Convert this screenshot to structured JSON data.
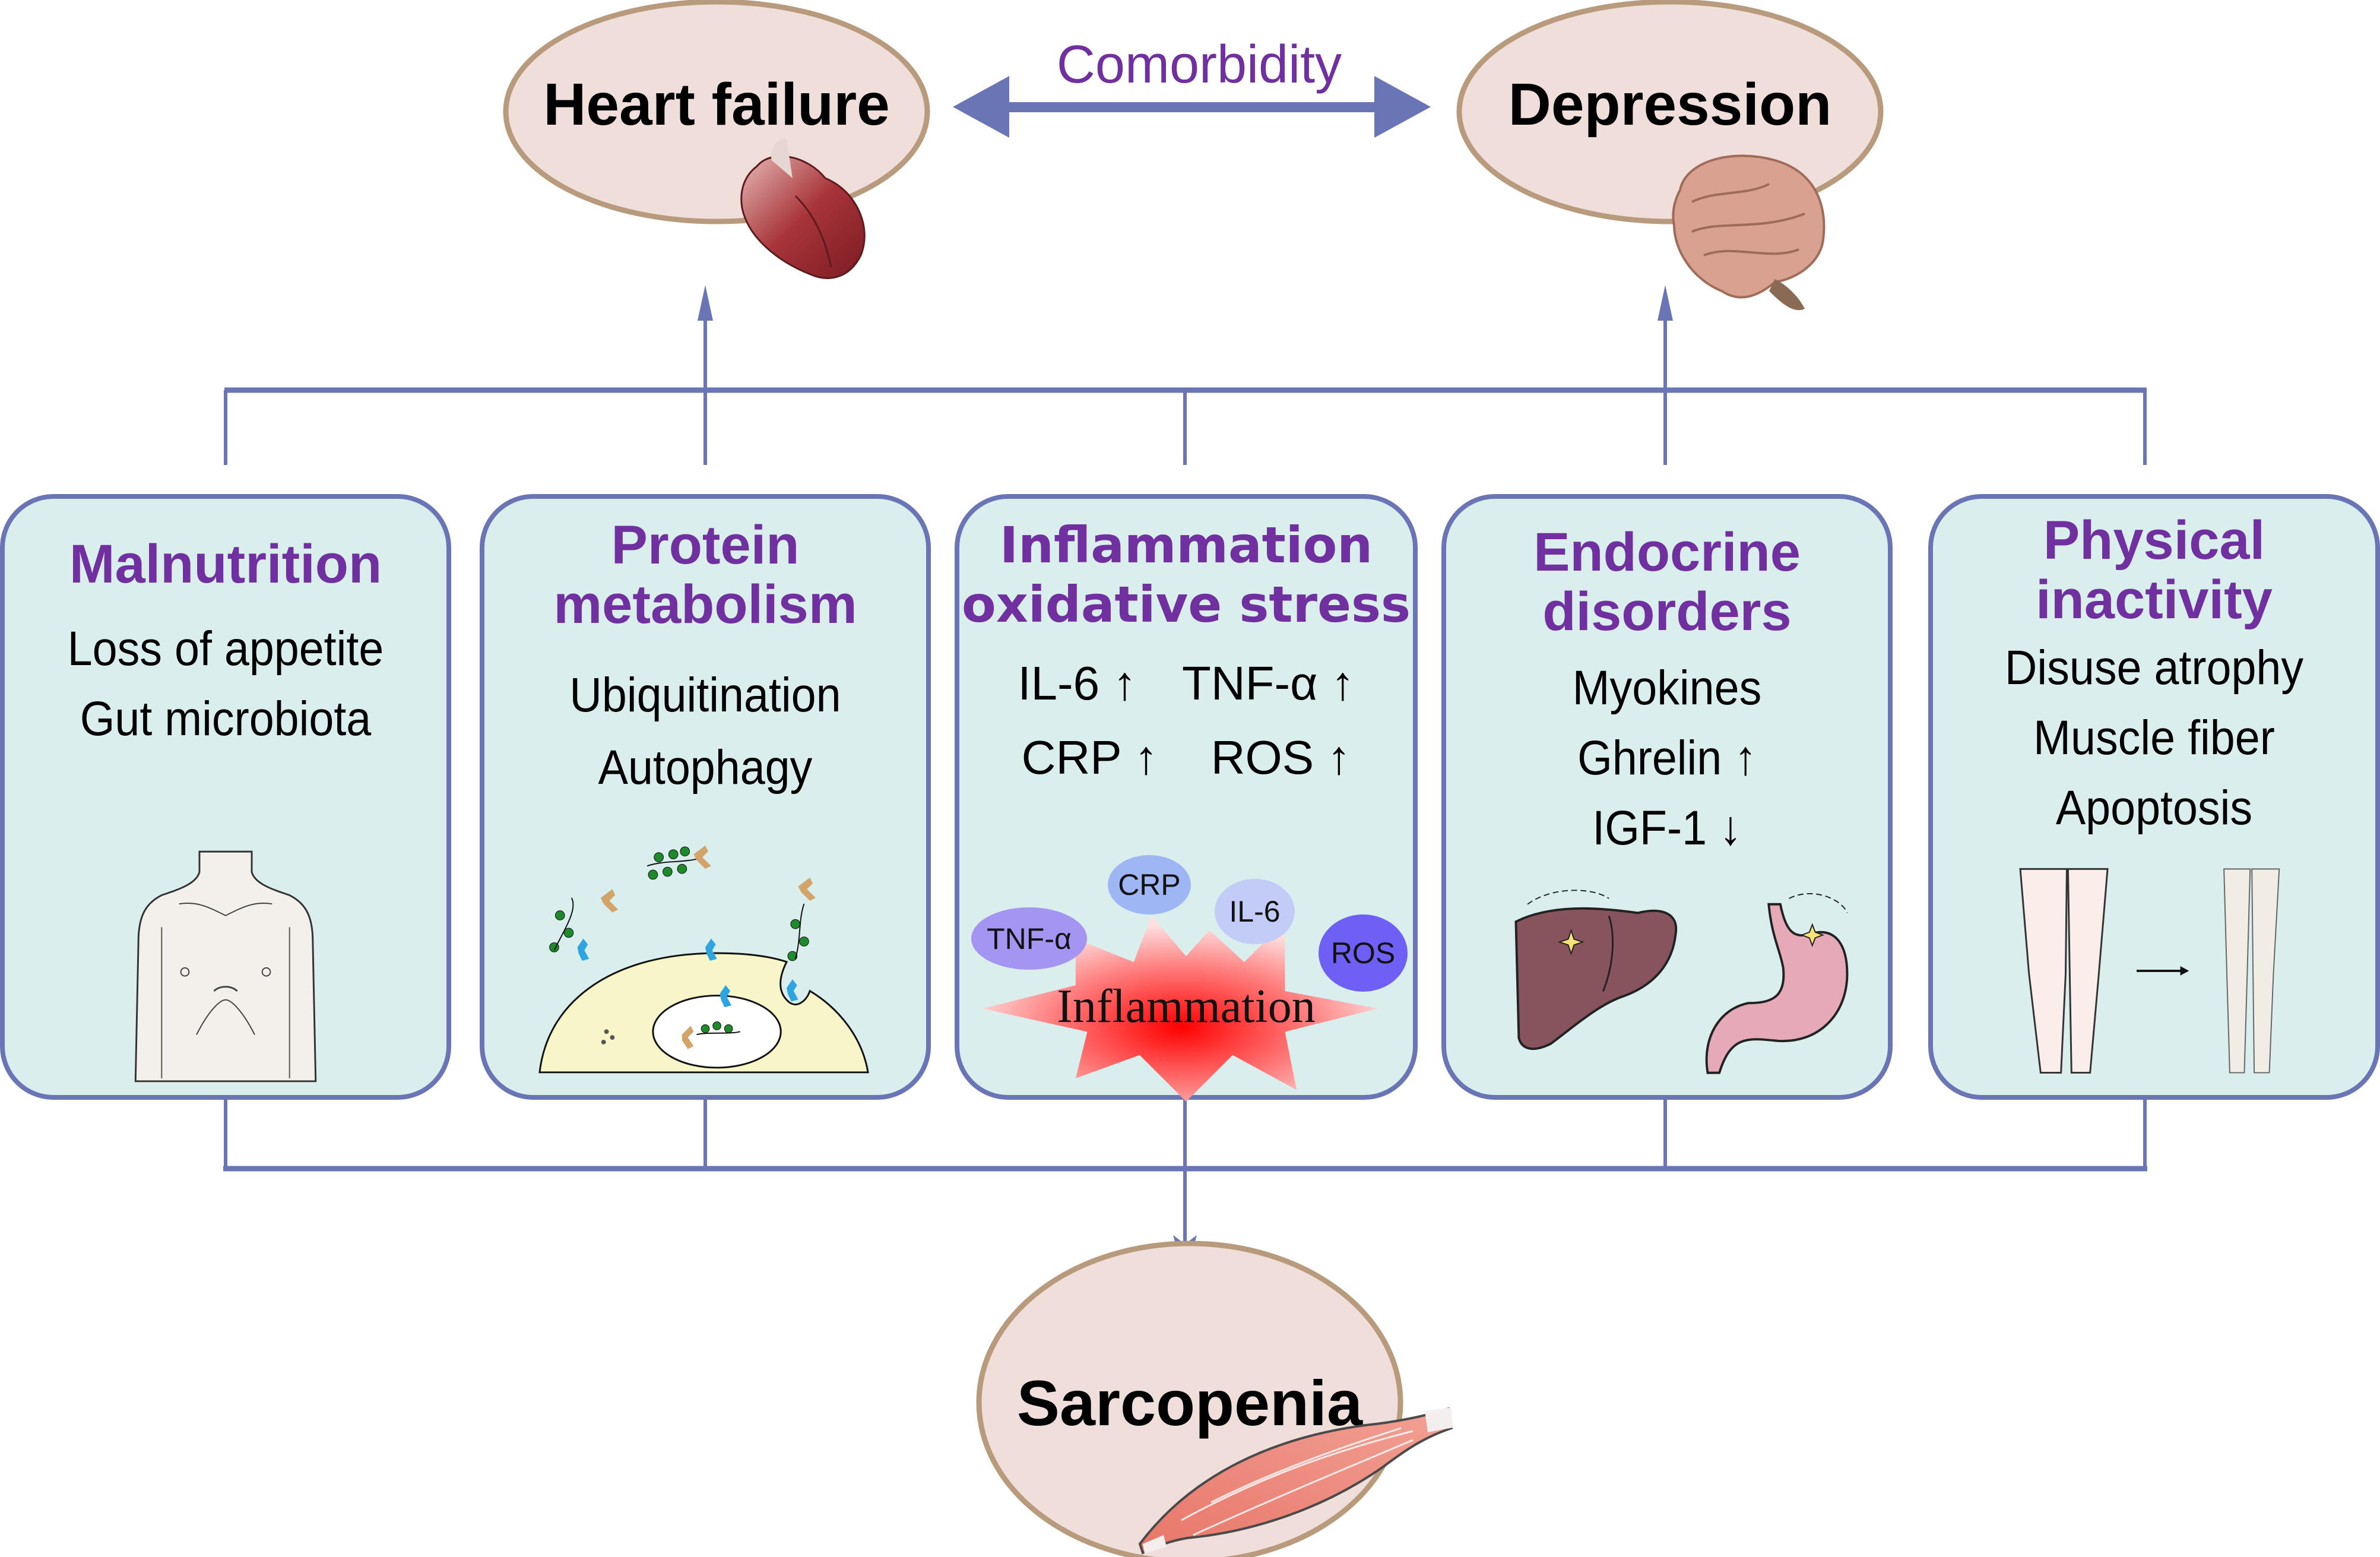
{
  "top": {
    "left_node": {
      "label": "Heart failure",
      "icon": "heart-organ-icon"
    },
    "right_node": {
      "label": "Depression",
      "icon": "brain-organ-icon"
    },
    "link_label": "Comorbidity"
  },
  "factors": [
    {
      "title_lines": [
        "Malnutrition"
      ],
      "items": [
        "Loss of appetite",
        "Gut microbiota"
      ],
      "illustration": "thin-torso-icon"
    },
    {
      "title_lines": [
        "Protein",
        "metabolism"
      ],
      "items": [
        "Ubiquitination",
        "Autophagy"
      ],
      "illustration": "cell-autophagy-icon"
    },
    {
      "title_lines": [
        "Inflammation",
        "oxidative stress"
      ],
      "items": [
        "IL-6 ↑",
        "TNF-α ↑",
        "CRP ↑",
        "ROS ↑"
      ],
      "illustration": "inflammation-burst-icon",
      "bubbles": [
        {
          "label": "CRP",
          "color": "#9fb6f5"
        },
        {
          "label": "IL-6",
          "color": "#c3cbf7"
        },
        {
          "label": "TNF-α",
          "color": "#a495f3"
        },
        {
          "label": "ROS",
          "color": "#6e5ff5"
        }
      ],
      "burst_label": "Inflammation"
    },
    {
      "title_lines": [
        "Endocrine",
        "disorders"
      ],
      "items": [
        "Myokines",
        "Ghrelin ↑",
        "IGF-1 ↓"
      ],
      "illustration": "liver-stomach-icon"
    },
    {
      "title_lines": [
        "Physical",
        "inactivity"
      ],
      "items": [
        "Disuse atrophy",
        "Muscle fiber",
        "Apoptosis"
      ],
      "illustration": "legs-atrophy-icon"
    }
  ],
  "bottom": {
    "label": "Sarcopenia",
    "icon": "muscle-icon"
  },
  "colors": {
    "connector": "#6a75b6",
    "ellipse_fill": "#efdeda",
    "ellipse_stroke": "#b89a7c",
    "box_fill": "#d9eeed",
    "title": "#7030a0"
  }
}
